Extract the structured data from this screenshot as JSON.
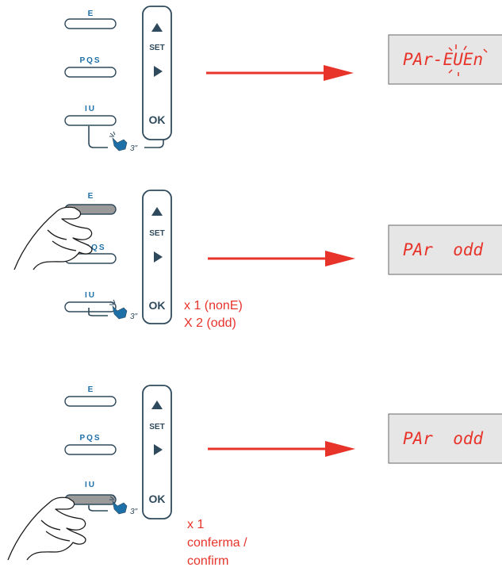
{
  "steps": [
    {
      "buttons": {
        "e": "E",
        "pqs": "PQS",
        "iu": "IU"
      },
      "panel": {
        "set": "SET",
        "ok": "OK"
      },
      "hold_time": "3\"",
      "display": "PAr-EUEn",
      "pressed": "none",
      "note": []
    },
    {
      "buttons": {
        "e": "E",
        "pqs": "PQS",
        "iu": "IU"
      },
      "panel": {
        "set": "SET",
        "ok": "OK"
      },
      "hold_time": "3\"",
      "display": "PAr  odd",
      "pressed": "E",
      "note": [
        "x 1 (nonE)",
        "X 2 (odd)"
      ]
    },
    {
      "buttons": {
        "e": "E",
        "pqs": "PQS",
        "iu": "IU"
      },
      "panel": {
        "set": "SET",
        "ok": "OK"
      },
      "hold_time": "3\"",
      "display": "PAr  odd",
      "pressed": "IU",
      "note": [
        "x 1",
        "conferma /",
        "confirm"
      ]
    }
  ],
  "icons": [
    "up-triangle-icon",
    "right-triangle-icon",
    "pointing-hand-icon",
    "pressing-hand-icon",
    "blink-rays-icon"
  ],
  "colors": {
    "arrow": "#e8332a",
    "text_red": "#e8332a",
    "frame": "#2f4a5c",
    "button_label": "#1d6fa8",
    "lcd_bg": "#e6e6e6",
    "pressed_button": "#9a9a9a"
  }
}
